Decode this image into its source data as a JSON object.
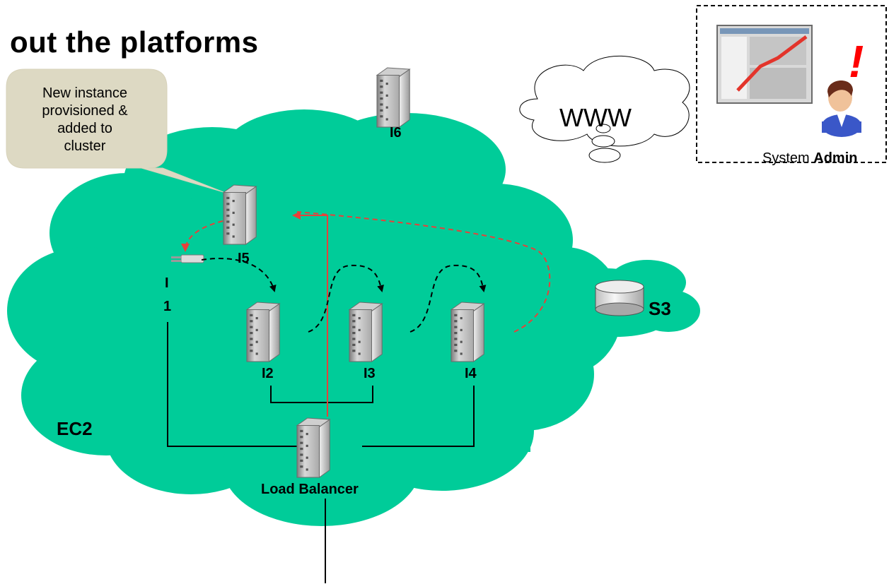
{
  "slide": {
    "title": "out the platforms"
  },
  "callout": {
    "lines": [
      "New instance",
      "provisioned &",
      "added to",
      "cluster"
    ]
  },
  "cloud_www": {
    "label": "WWW"
  },
  "cloud_ec2": {
    "label": "EC2"
  },
  "cloud_s3": {
    "label": "S3"
  },
  "admin": {
    "prefix": "System",
    "bold": "Admin",
    "alert_symbol": "!"
  },
  "nodes": {
    "i1_line1": "I",
    "i1_line2": "1",
    "i2": "I2",
    "i3": "I3",
    "i4": "I4",
    "i5": "I5",
    "i6": "I6",
    "load_balancer": "Load Balancer"
  },
  "colors": {
    "ec2_cloud": "#00cc99",
    "callout_bg": "#ddd9c3",
    "red_arrow": "#e8403a",
    "alert": "#ff0000"
  },
  "icons": [
    "server-icon",
    "storage-cylinder-icon",
    "monitor-chart-icon",
    "user-avatar-icon",
    "plug-icon"
  ]
}
